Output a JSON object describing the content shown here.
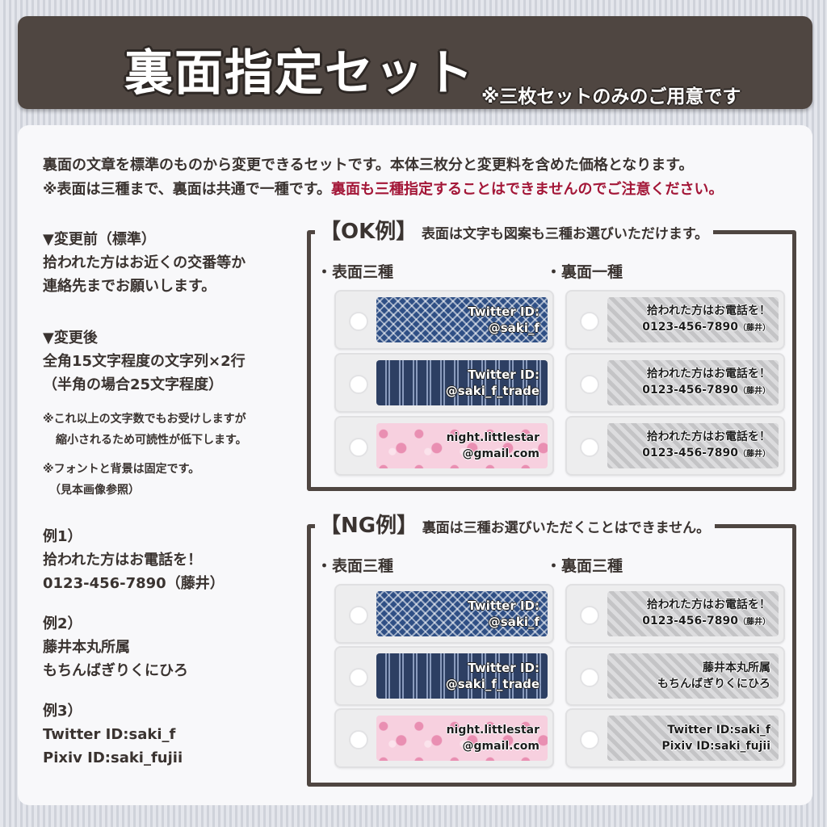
{
  "header": {
    "title": "裏面指定セット",
    "note": "※三枚セットのみのご用意です"
  },
  "intro": {
    "line1": "裏面の文章を標準のものから変更できるセットです。本体三枚分と変更料を含めた価格となります。",
    "line2_a": "※表面は三種まで、裏面は共通で一種です。",
    "line2_b": "裏面も三種指定することはできませんのでご注意ください。"
  },
  "left": {
    "before_head": "▼変更前（標準）",
    "before_1": "拾われた方はお近くの交番等か",
    "before_2": "連絡先までお願いします。",
    "after_head": "▼変更後",
    "after_1": "全角15文字程度の文字列×2行",
    "after_2": "（半角の場合25文字程度）",
    "note1_1": "※これ以上の文字数でもお受けしますが",
    "note1_2": "縮小されるため可読性が低下します。",
    "note2_1": "※フォントと背景は固定です。",
    "note2_2": "（見本画像参照）",
    "ex1_head": "例1）",
    "ex1_1": "拾われた方はお電話を！",
    "ex1_2": "0123-456-7890（藤井）",
    "ex2_head": "例2）",
    "ex2_1": "藤井本丸所属",
    "ex2_2": "もちんばぎりくにひろ",
    "ex3_head": "例3）",
    "ex3_1": "Twitter ID:saki_f",
    "ex3_2": "Pixiv ID:saki_fujii"
  },
  "ok": {
    "label": "【OK例】",
    "desc": "表面は文字も図案も三種お選びいただけます。",
    "front_title": "・表面三種",
    "back_title": "・裏面一種",
    "front": [
      {
        "l1": "Twitter ID:",
        "l2": "@saki_f"
      },
      {
        "l1": "Twitter ID:",
        "l2": "@saki_f_trade"
      },
      {
        "l1": "night.littlestar",
        "l2": "@gmail.com"
      }
    ],
    "back": [
      {
        "l1": "拾われた方はお電話を！",
        "l2": "0123-456-7890",
        "nm": "（藤井）"
      },
      {
        "l1": "拾われた方はお電話を！",
        "l2": "0123-456-7890",
        "nm": "（藤井）"
      },
      {
        "l1": "拾われた方はお電話を！",
        "l2": "0123-456-7890",
        "nm": "（藤井）"
      }
    ]
  },
  "ng": {
    "label": "【NG例】",
    "desc": "裏面は三種お選びいただくことはできません。",
    "front_title": "・表面三種",
    "back_title": "・裏面三種",
    "front": [
      {
        "l1": "Twitter ID:",
        "l2": "@saki_f"
      },
      {
        "l1": "Twitter ID:",
        "l2": "@saki_f_trade"
      },
      {
        "l1": "night.littlestar",
        "l2": "@gmail.com"
      }
    ],
    "back": [
      {
        "l1": "拾われた方はお電話を！",
        "l2": "0123-456-7890",
        "nm": "（藤井）"
      },
      {
        "l1": "藤井本丸所属",
        "l2": "もちんばぎりくにひろ"
      },
      {
        "l1": "Twitter ID:saki_f",
        "l2": "Pixiv ID:saki_fujii"
      }
    ]
  }
}
